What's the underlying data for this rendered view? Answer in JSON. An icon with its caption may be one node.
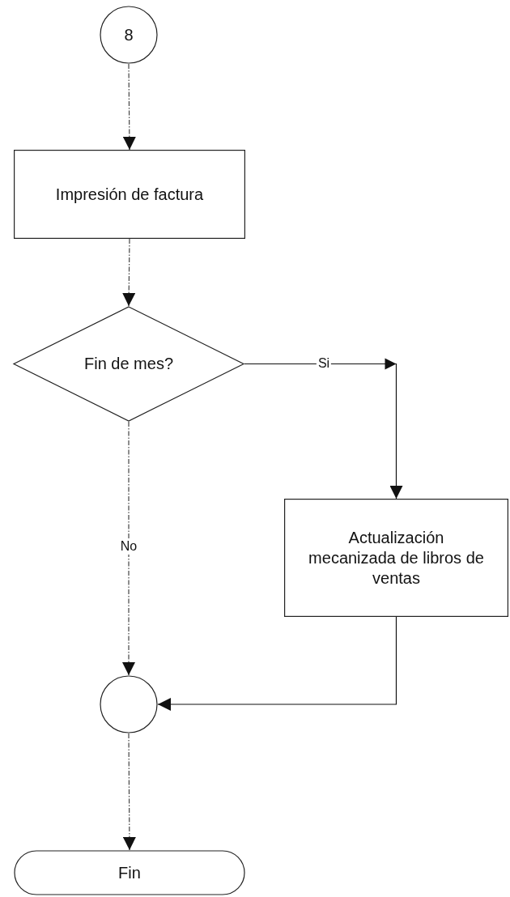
{
  "diagram": {
    "nodes": [
      {
        "text": [
          "8"
        ]
      },
      {
        "text": [
          "Impresión de factura"
        ]
      },
      {
        "text": [
          "Fin de mes?"
        ]
      },
      {
        "text": [
          "Actualización mecanizada de libros de ventas"
        ]
      },
      {
        "text": [],
        "shape": "circle"
      },
      {
        "text": [
          "Fin"
        ]
      }
    ],
    "edges": [
      {
        "from": 0,
        "to": 1,
        "arrow": "to",
        "style": "dashed"
      },
      {
        "from": 1,
        "to": 2,
        "arrow": "to",
        "style": "dashed"
      },
      {
        "from": 2,
        "to": 3,
        "arrow": "to",
        "label": "Si"
      },
      {
        "from": 2,
        "to": 4,
        "arrow": "to",
        "label": "No",
        "style": "dashed"
      },
      {
        "from": 3,
        "to": 4,
        "arrow": "to"
      },
      {
        "from": 4,
        "to": 5,
        "arrow": "to",
        "style": "dashed"
      }
    ]
  }
}
